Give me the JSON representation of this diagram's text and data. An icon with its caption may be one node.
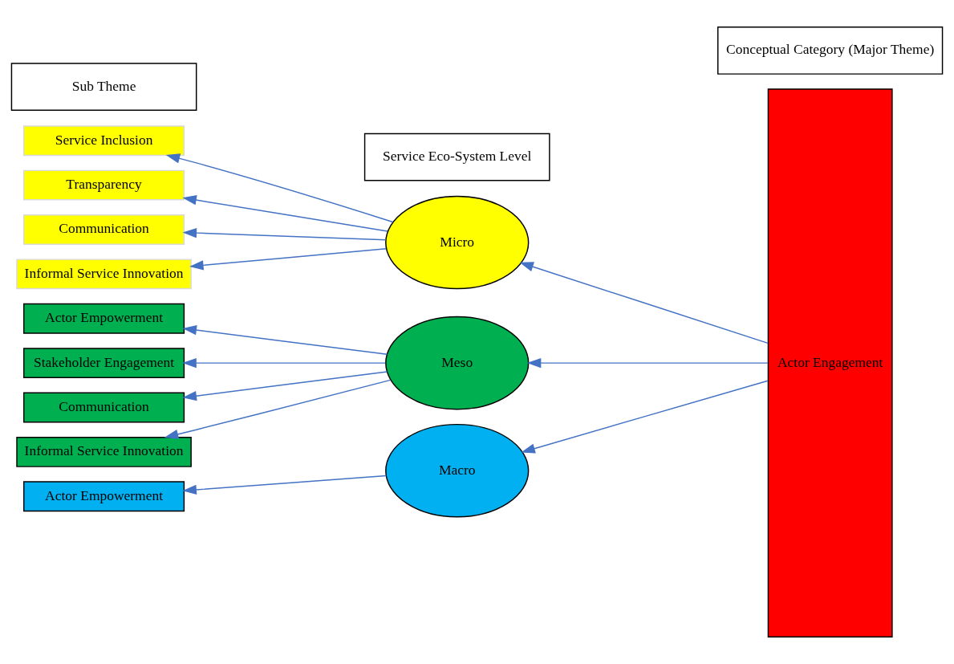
{
  "diagram": {
    "nodes": [
      {
        "text": [
          "Sub Theme"
        ]
      },
      {
        "text": [
          "Service Eco-System Level"
        ]
      },
      {
        "text": [
          "Conceptual Category (Major Theme)"
        ]
      },
      {
        "text": [
          "Service Inclusion"
        ]
      },
      {
        "text": [
          "Transparency"
        ]
      },
      {
        "text": [
          "Communication"
        ]
      },
      {
        "text": [
          "Informal Service Innovation"
        ]
      },
      {
        "text": [
          "Micro"
        ]
      },
      {
        "text": [
          "Actor Empowerment"
        ]
      },
      {
        "text": [
          "Stakeholder Engagement"
        ]
      },
      {
        "text": [
          "Communication"
        ]
      },
      {
        "text": [
          "Informal Service Innovation"
        ]
      },
      {
        "text": [
          "Meso"
        ]
      },
      {
        "text": [
          "Actor Empowerment"
        ]
      },
      {
        "text": [
          "Macro"
        ]
      },
      {
        "text": [
          "Actor Engagement"
        ]
      }
    ],
    "edges": [
      {
        "from": 15,
        "to": 7,
        "arrow": "to",
        "color": "#4472c4"
      },
      {
        "from": 15,
        "to": 12,
        "arrow": "to",
        "color": "#4472c4"
      },
      {
        "from": 15,
        "to": 14,
        "arrow": "to",
        "color": "#4472c4"
      },
      {
        "from": 7,
        "to": 3,
        "arrow": "to",
        "color": "#4472c4"
      },
      {
        "from": 7,
        "to": 4,
        "arrow": "to",
        "color": "#4472c4"
      },
      {
        "from": 7,
        "to": 5,
        "arrow": "to",
        "color": "#4472c4"
      },
      {
        "from": 7,
        "to": 6,
        "arrow": "to",
        "color": "#4472c4"
      },
      {
        "from": 12,
        "to": 8,
        "arrow": "to",
        "color": "#4472c4"
      },
      {
        "from": 12,
        "to": 9,
        "arrow": "to",
        "color": "#4472c4"
      },
      {
        "from": 12,
        "to": 10,
        "arrow": "to",
        "color": "#4472c4"
      },
      {
        "from": 12,
        "to": 11,
        "arrow": "to",
        "color": "#4472c4"
      },
      {
        "from": 14,
        "to": 13,
        "arrow": "to",
        "color": "#4472c4"
      }
    ]
  }
}
